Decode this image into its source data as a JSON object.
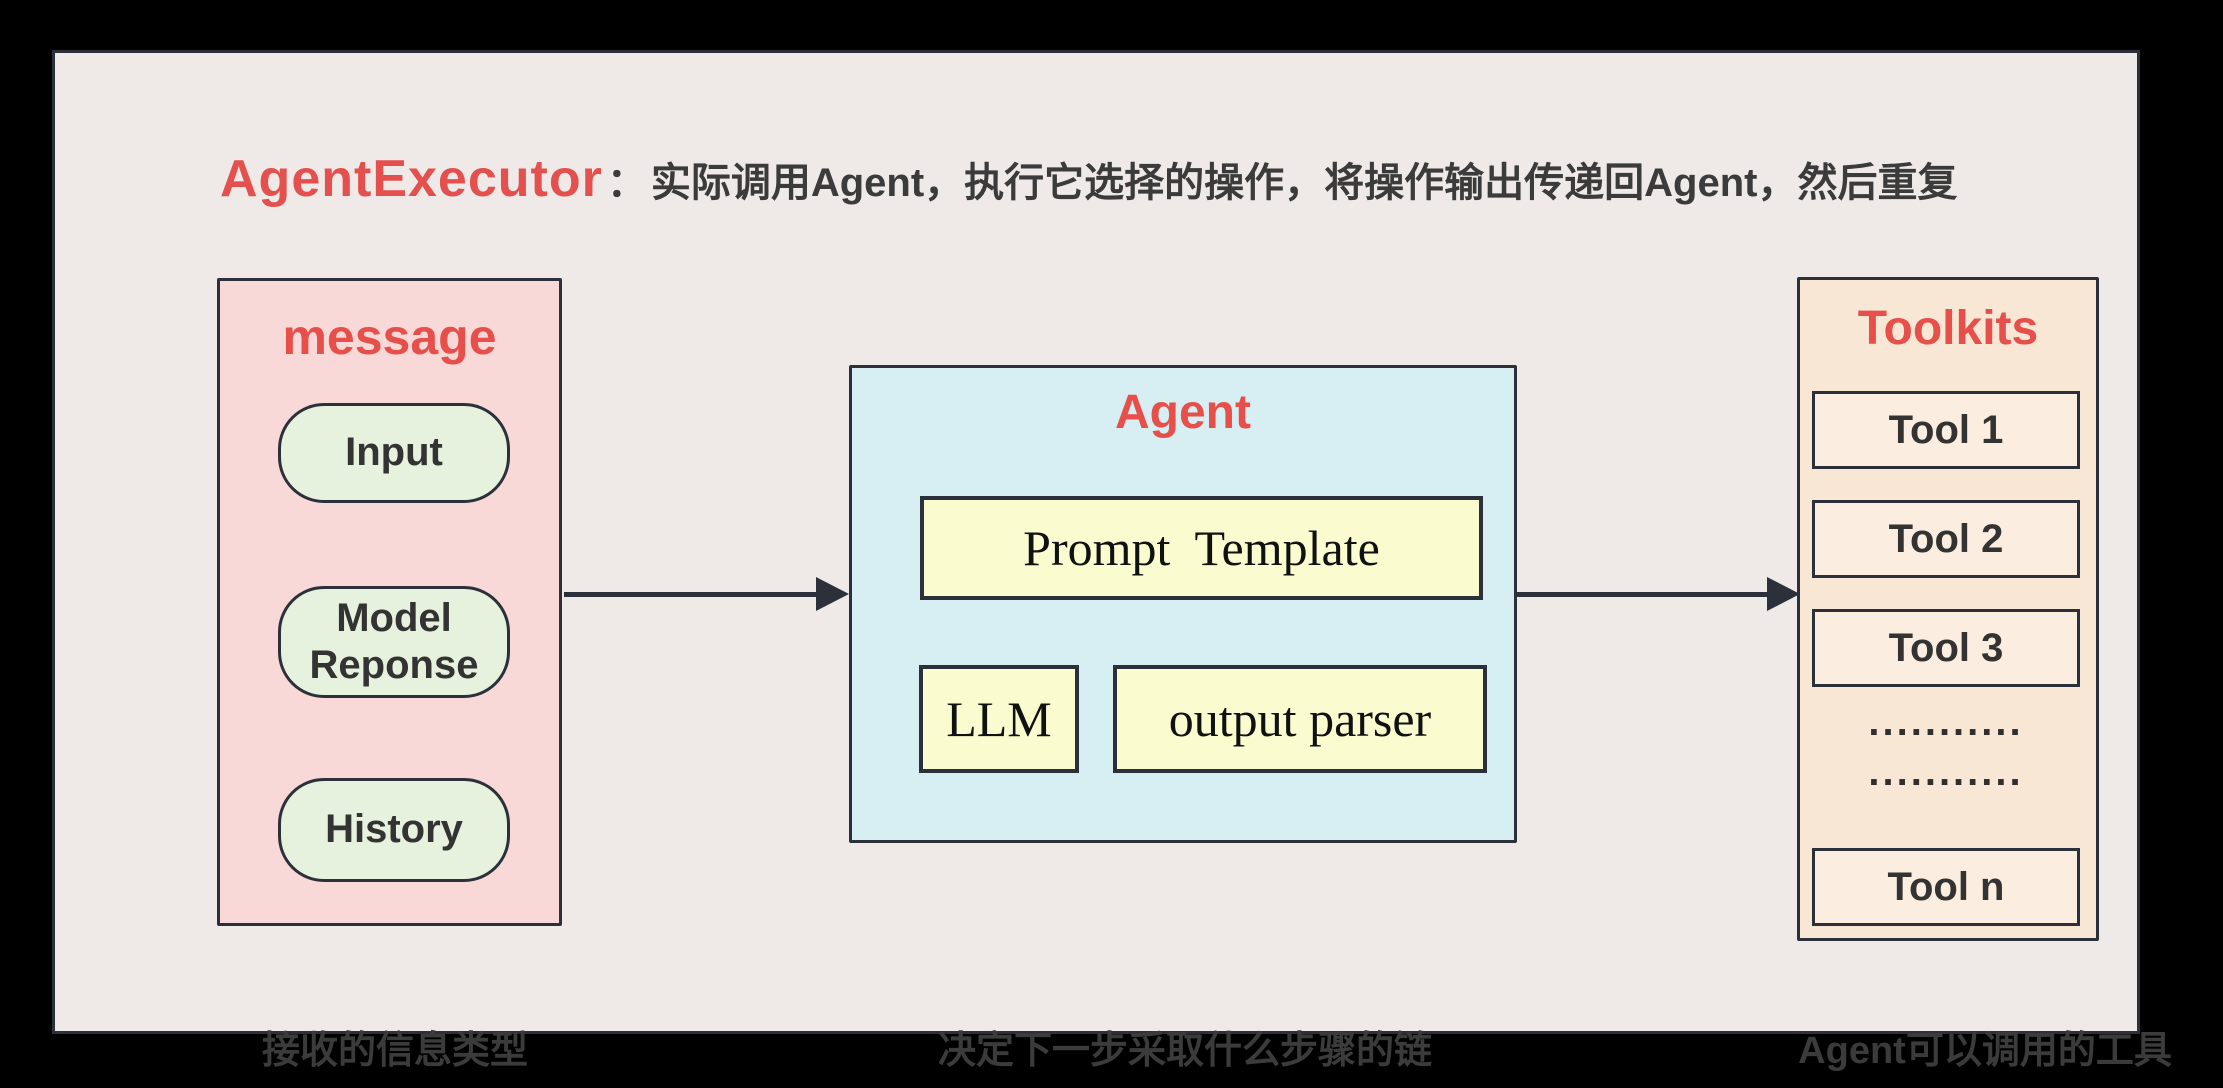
{
  "title": {
    "brand": "AgentExecutor",
    "colon": "：",
    "description": "实际调用Agent，执行它选择的操作，将操作输出传递回Agent，然后重复"
  },
  "message_panel": {
    "title": "message",
    "items": [
      {
        "label": "Input"
      },
      {
        "label": "Model Reponse"
      },
      {
        "label": "History"
      }
    ],
    "caption": "接收的信息类型"
  },
  "agent_panel": {
    "title": "Agent",
    "prompt_template": "Prompt  Template",
    "llm": "LLM",
    "output_parser": "output parser",
    "caption": "决定下一步采取什么步骤的链"
  },
  "toolkits_panel": {
    "title": "Toolkits",
    "tools": [
      "Tool 1",
      "Tool 2",
      "Tool 3"
    ],
    "ellipsis_rows": [
      "...........",
      "..........."
    ],
    "tool_n": "Tool n",
    "caption": "Agent可以调用的工具"
  },
  "colors": {
    "accent_red": "#e4504e",
    "canvas_bg": "#efeae8",
    "frame_bg": "#000000",
    "message_bg": "#f9d8d8",
    "pill_green": "#e6f2dd",
    "agent_bg": "#d7eef2",
    "yellow_box": "#fbfbd0",
    "toolkits_bg": "#f9e7d5",
    "tool_bg": "#fbeee0",
    "ink": "#2b303b"
  }
}
